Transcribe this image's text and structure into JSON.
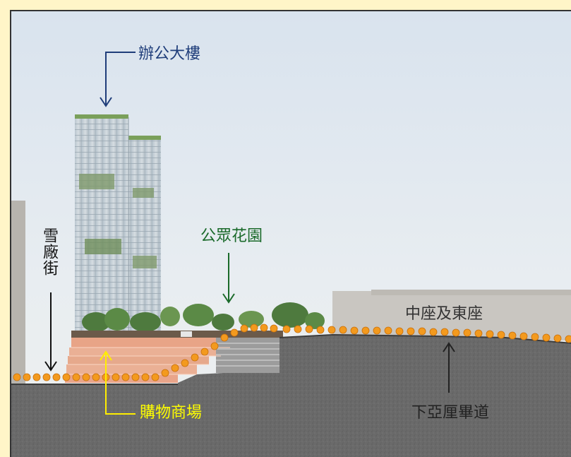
{
  "labels": {
    "office_tower": "辦公大樓",
    "public_garden": "公眾花園",
    "street": "雪廠街",
    "shopping_mall": "購物商場",
    "center_east_block": "中座及東座",
    "lower_albert_road": "下亞厘畢道"
  },
  "colors": {
    "office_tower": "#1f3d7a",
    "public_garden": "#1a6a2a",
    "street": "#111111",
    "shopping_mall": "#ffff00",
    "center_east_block": "#333333",
    "lower_albert_road": "#222222",
    "walkway_dots": "#f39a1e"
  }
}
